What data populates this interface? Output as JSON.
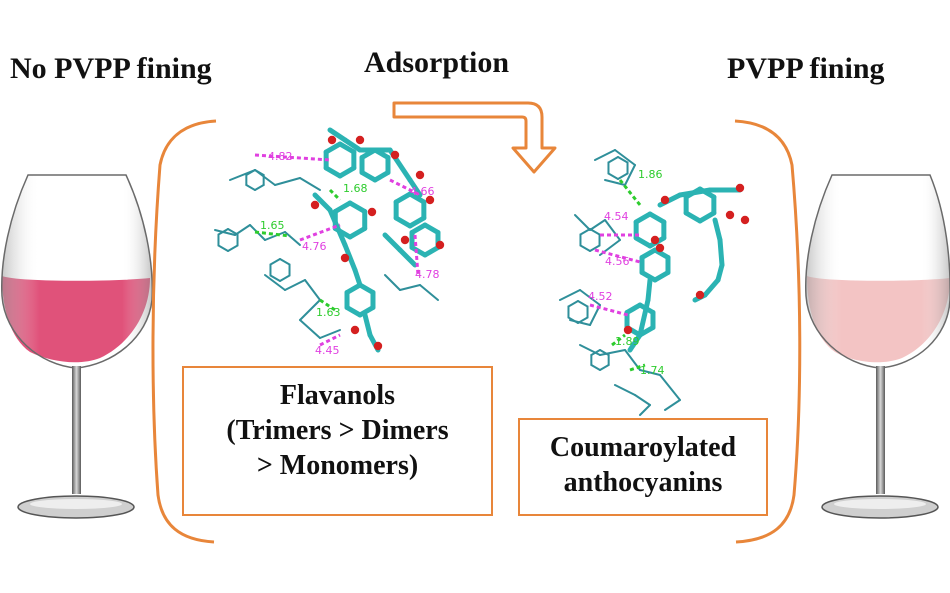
{
  "labels": {
    "left_title": "No PVPP fining",
    "middle_title": "Adsorption",
    "right_title": "PVPP fining"
  },
  "flavanols_box": {
    "line1": "Flavanols",
    "line2": "(Trimers > Dimers",
    "line3": "> Monomers)"
  },
  "coumaroylated_box": {
    "line1": "Coumaroylated",
    "line2": "anthocyanins"
  },
  "left_structure_distances": [
    "4.82",
    "1.68",
    "4.66",
    "1.65",
    "4.76",
    "4.78",
    "1.63",
    "4.45"
  ],
  "right_structure_distances": [
    "1.86",
    "4.54",
    "4.56",
    "4.52",
    "1.89",
    "1.74"
  ],
  "colors": {
    "accent_orange": "#e8863a",
    "wine_dark": "#e0527a",
    "wine_light": "#f3c4c4",
    "molecule_carbon": "#2bb3b3",
    "molecule_oxygen": "#d42020",
    "pi_interaction": "#e040e0",
    "hbond": "#2ecc2e"
  }
}
